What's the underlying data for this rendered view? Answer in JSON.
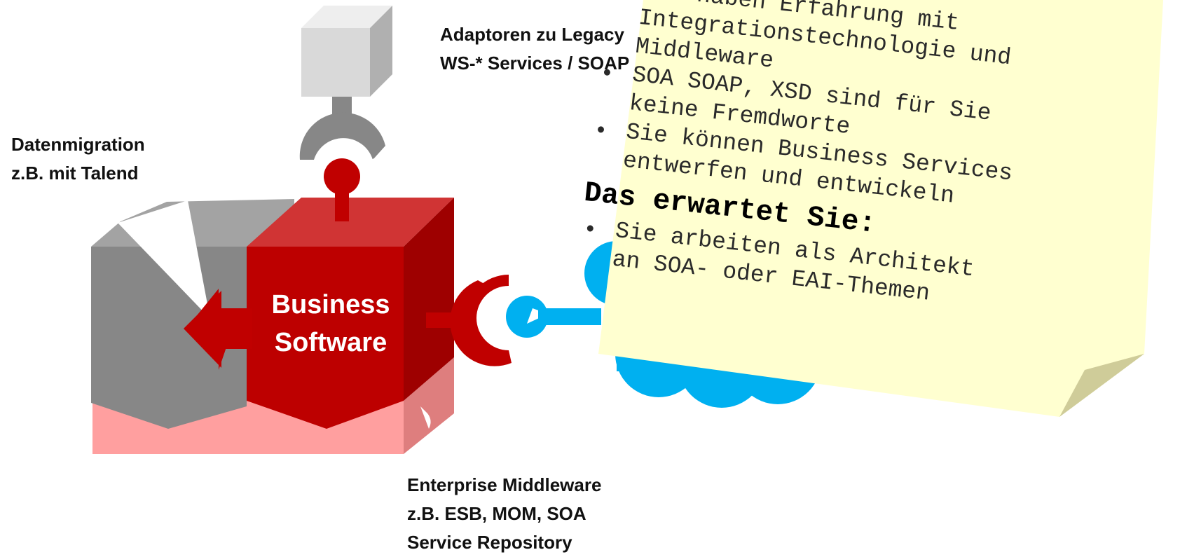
{
  "labels": {
    "datenmigration": [
      "Datenmigration",
      "z.B. mit Talend"
    ],
    "adaptoren": [
      "Adaptoren zu Legacy",
      "WS-* Services / SOAP"
    ],
    "middleware": [
      "Enterprise Middleware",
      "z.B. ESB, MOM, SOA",
      "Service Repository"
    ],
    "business": [
      "Business",
      "Software"
    ]
  },
  "note": {
    "intro_lines": [
      "Sie haben Erfahrung mit",
      "Integrationstechnologie und",
      "Middleware"
    ],
    "qualifications": [
      [
        "SOA SOAP, XSD sind für Sie",
        "keine Fremdworte"
      ],
      [
        "Sie können Business Services",
        "entwerfen und entwickeln"
      ]
    ],
    "heading": "Das erwartet Sie:",
    "tasks": [
      [
        "Sie arbeiten als Architekt",
        "an SOA- oder EAI-Themen"
      ]
    ]
  },
  "colors": {
    "business_red": "#bd0000",
    "middleware_pink": "#ff9f9f",
    "migration_grey": "#878787",
    "legacy_grey": "#d9d9d9",
    "cloud_blue": "#00b0f0",
    "note_yellow": "#ffffd0"
  }
}
